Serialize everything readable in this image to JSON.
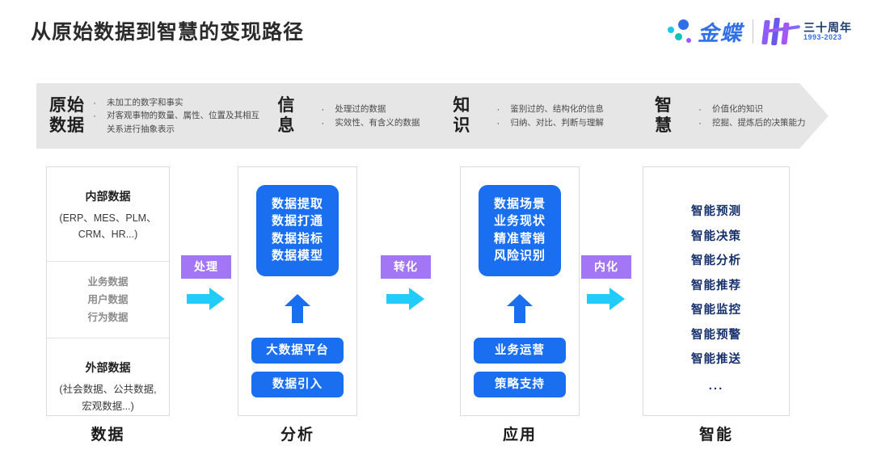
{
  "header": {
    "title": "从原始数据到智慧的变现路径",
    "brand": {
      "name": "金蝶",
      "anniversary_cn": "三十周年",
      "anniversary_years": "1993-2023"
    }
  },
  "banner": {
    "stages": [
      {
        "title": "原始\n数据",
        "title_line1": "原始",
        "title_line2": "数据",
        "bullets": [
          "未加工的数字和事实",
          "对客观事物的数量、属性、位置及其相互关系进行抽象表示"
        ]
      },
      {
        "title_line1": "信",
        "title_line2": "息",
        "bullets": [
          "处理过的数据",
          "实效性、有含义的数据"
        ]
      },
      {
        "title_line1": "知",
        "title_line2": "识",
        "bullets": [
          "鉴别过的、结构化的信息",
          "归纳、对比、判断与理解"
        ]
      },
      {
        "title_line1": "智",
        "title_line2": "慧",
        "bullets": [
          "价值化的知识",
          "挖掘、提炼后的决策能力"
        ]
      }
    ]
  },
  "columns": {
    "data": {
      "bottom_label": "数据",
      "internal_head": "内部数据",
      "internal_sub": "(ERP、MES、PLM、CRM、HR...)",
      "mid_items": [
        "业务数据",
        "用户数据",
        "行为数据"
      ],
      "external_head": "外部数据",
      "external_sub": "(社会数据、公共数据, 宏观数据...)"
    },
    "analysis": {
      "bottom_label": "分析",
      "main_box": "数据提取\n数据打通\n数据指标\n数据模型",
      "main_lines": [
        "数据提取",
        "数据打通",
        "数据指标",
        "数据模型"
      ],
      "pill_1": "大数据平台",
      "pill_2": "数据引入"
    },
    "application": {
      "bottom_label": "应用",
      "main_lines": [
        "数据场景",
        "业务现状",
        "精准营销",
        "风险识别"
      ],
      "pill_1": "业务运营",
      "pill_2": "策略支持"
    },
    "intelligence": {
      "bottom_label": "智能",
      "items": [
        "智能预测",
        "智能决策",
        "智能分析",
        "智能推荐",
        "智能监控",
        "智能预警",
        "智能推送"
      ],
      "ellipsis": "..."
    }
  },
  "connectors": [
    {
      "label": "处理"
    },
    {
      "label": "转化"
    },
    {
      "label": "内化"
    }
  ],
  "colors": {
    "accent_blue": "#1a6ef0",
    "accent_purple": "#a376f5",
    "accent_cyan": "#22ccfa",
    "banner_gray": "#e6e6e6",
    "intel_navy": "#16306b",
    "brand_blue": "#2f6fe8"
  }
}
